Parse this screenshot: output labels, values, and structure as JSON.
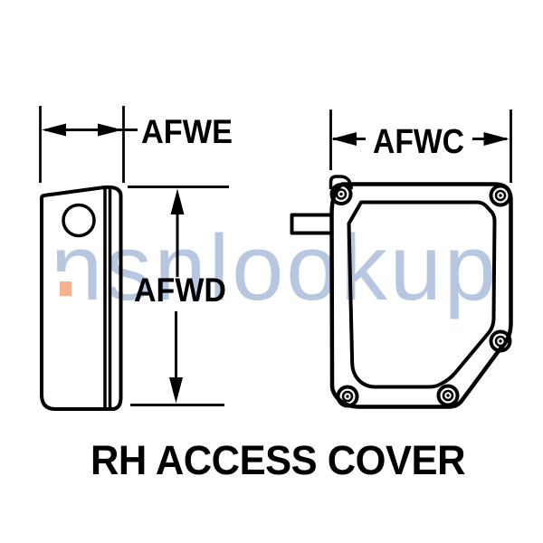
{
  "watermark": {
    "text": "nsnlookup",
    "color": "#b7c7e2",
    "accent_color": "#f5b28c"
  },
  "dimensions": {
    "afwe": "AFWE",
    "afwc": "AFWC",
    "afwd": "AFWD"
  },
  "caption": "RH ACCESS COVER",
  "colors": {
    "line": "#000000",
    "background": "#ffffff",
    "text": "#000000"
  }
}
